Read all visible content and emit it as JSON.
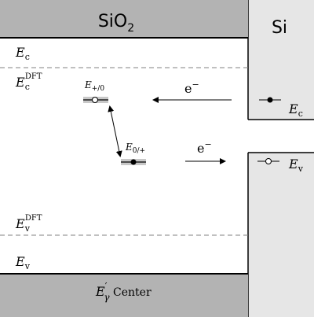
{
  "oxide": {
    "title": "SiO",
    "title_sub": "2",
    "bottom_label_E": "E",
    "bottom_label_prime": "′",
    "bottom_label_sub": "γ",
    "bottom_label_text": " Center"
  },
  "silicon": {
    "title": "Si",
    "conduction_band": {
      "E": "E",
      "sub": "c"
    },
    "valence_band": {
      "E": "E",
      "sub": "v"
    }
  },
  "levels": {
    "ec": {
      "E": "E",
      "sub": "c"
    },
    "ec_dft": {
      "E": "E",
      "sub": "c",
      "sup": "DFT"
    },
    "ev_dft": {
      "E": "E",
      "sub": "v",
      "sup": "DFT"
    },
    "ev": {
      "E": "E",
      "sub": "v"
    }
  },
  "defect_levels": {
    "upper": {
      "E": "E",
      "sub": "+/0"
    },
    "lower": {
      "E": "E",
      "sub": "0/+"
    }
  },
  "electrons": {
    "upper": {
      "e": "e",
      "sup": "−"
    },
    "lower": {
      "e": "e",
      "sup": "−"
    }
  },
  "colors": {
    "header_bg": "#b3b3b3",
    "silicon_bg": "#e6e6e6",
    "level_bar": "#c8c8c8",
    "line": "#000000",
    "dashed": "#808080"
  }
}
